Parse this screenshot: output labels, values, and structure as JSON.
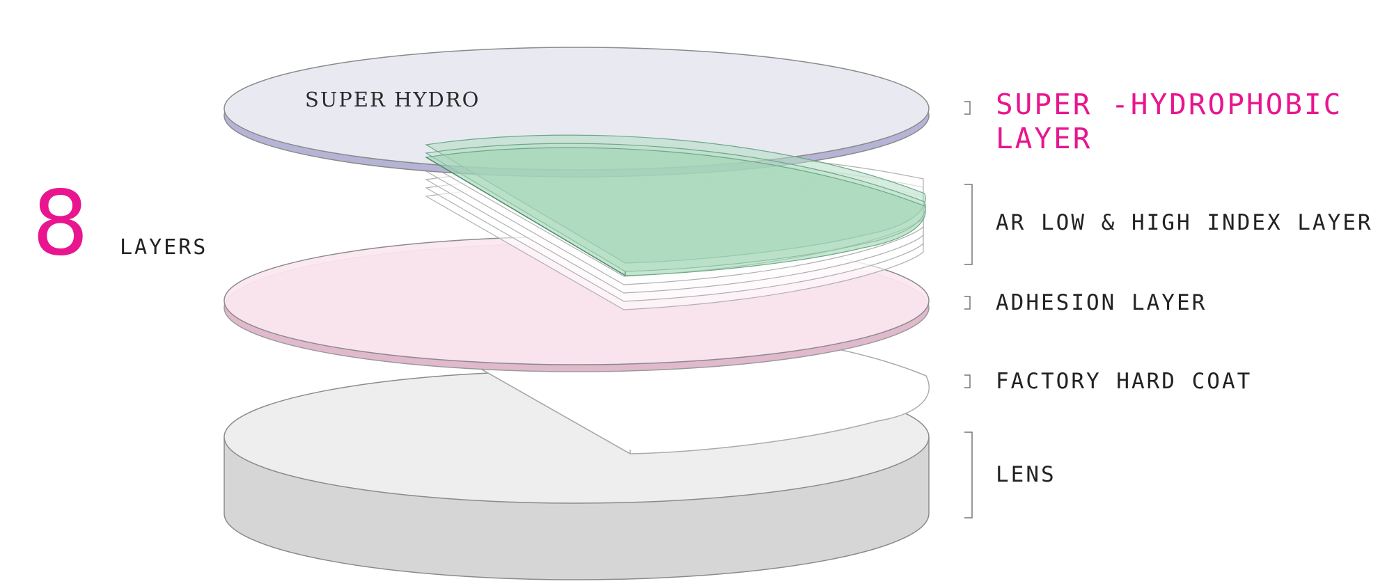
{
  "summary": {
    "count": "8",
    "word": "LAYERS"
  },
  "disc_tag": "SUPER HYDRO",
  "labels": [
    {
      "id": "super-hydrophobic",
      "line1": "SUPER -HYDROPHOBIC",
      "line2": "LAYER"
    },
    {
      "id": "ar",
      "text": "AR LOW & HIGH INDEX LAYER"
    },
    {
      "id": "adhesion",
      "text": "ADHESION LAYER"
    },
    {
      "id": "hard-coat",
      "text": "FACTORY HARD COAT"
    },
    {
      "id": "lens",
      "text": "LENS"
    }
  ],
  "colors": {
    "accent": "#e8158f",
    "super_hydro_disc": "#e9e9f1",
    "super_hydro_edge": "#b6b4d6",
    "ar_disc": "#b3ddc2",
    "adhesion_disc": "#fbe6f0",
    "adhesion_edge": "#e1b9cd",
    "lens_top": "#eeeeee",
    "lens_side": "#d6d6d6"
  }
}
